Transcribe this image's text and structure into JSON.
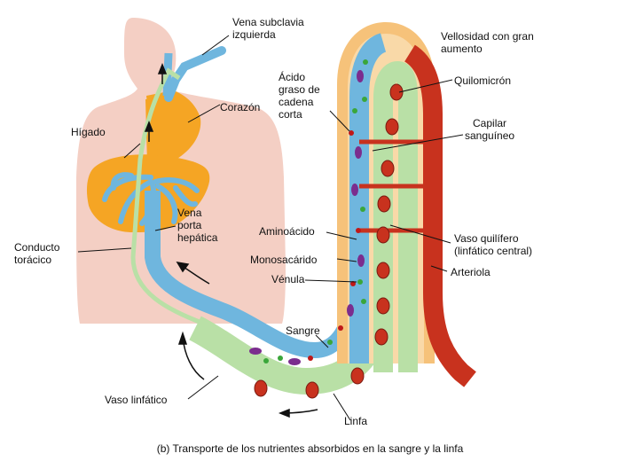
{
  "labels": {
    "vena_subclavia": [
      "Vena subclavia",
      "izquierda"
    ],
    "corazon": "Corazón",
    "higado": "Hígado",
    "vena_porta": [
      "Vena",
      "porta",
      "hepática"
    ],
    "conducto_toracico": [
      "Conducto",
      "torácico"
    ],
    "acido_graso": [
      "Ácido",
      "graso de",
      "cadena",
      "corta"
    ],
    "aminoacido": "Aminoácido",
    "monosacarido": "Monosacárido",
    "venula": "Vénula",
    "sangre": "Sangre",
    "vaso_linfatico": "Vaso linfático",
    "linfa": "Linfa",
    "vellosidad": [
      "Vellosidad con gran",
      "aumento"
    ],
    "quilomicron": "Quilomicrón",
    "capilar": [
      "Capilar",
      "sanguíneo"
    ],
    "vaso_quilifero": [
      "Vaso quilífero",
      "(linfático central)"
    ],
    "arteriola": "Arteriola"
  },
  "caption": "(b) Transporte de los nutrientes absorbidos en la sangre y la linfa",
  "colors": {
    "skin": "#f4cfc4",
    "heart_liver": "#f5a524",
    "vein_blue": "#6fb6de",
    "lymph_green": "#b9e0a6",
    "arteriole_red": "#c8321e",
    "villus_orange": "#f6c27a",
    "chylomicron": "#c8321e",
    "monosaccharide": "#7b2d8e",
    "fatty_acid": "#c01818",
    "amino_acid": "#3aa63a"
  }
}
